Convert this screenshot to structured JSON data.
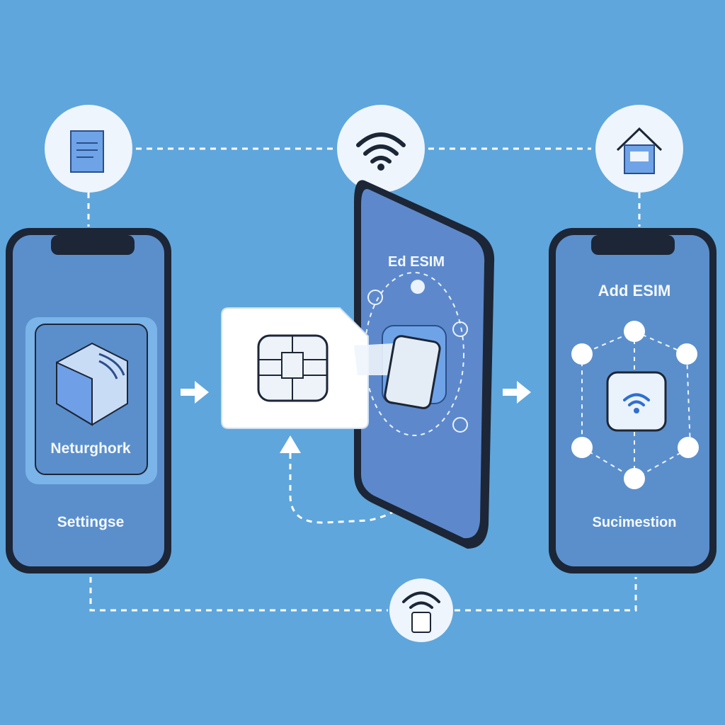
{
  "colors": {
    "background": "#5fa6dc",
    "phone_screen": "#5b8fcc",
    "phone_frame": "#1c2636",
    "accent": "#2f6fd0",
    "card": "#ffffff"
  },
  "top_icons": [
    {
      "icon": "document-icon"
    },
    {
      "icon": "wifi-icon"
    },
    {
      "icon": "house-icon"
    }
  ],
  "bottom_icon": {
    "icon": "wifi-device-icon"
  },
  "left_phone": {
    "card_label": "Neturghork",
    "footer_label": "Settingse",
    "icon": "box-signal-icon"
  },
  "middle_phone": {
    "title": "Ed ESIM",
    "icon": "sim-chip-icon"
  },
  "right_phone": {
    "title": "Add ESIM",
    "footer_label": "Sucimestion",
    "center_icon": "wifi-icon",
    "orbit_icons": [
      "eight-icon",
      "card-icon",
      "tag-icon",
      "phone-icon",
      "stand-icon",
      "music-icon"
    ]
  },
  "sim_card": {
    "icon": "sim-chip-icon"
  }
}
